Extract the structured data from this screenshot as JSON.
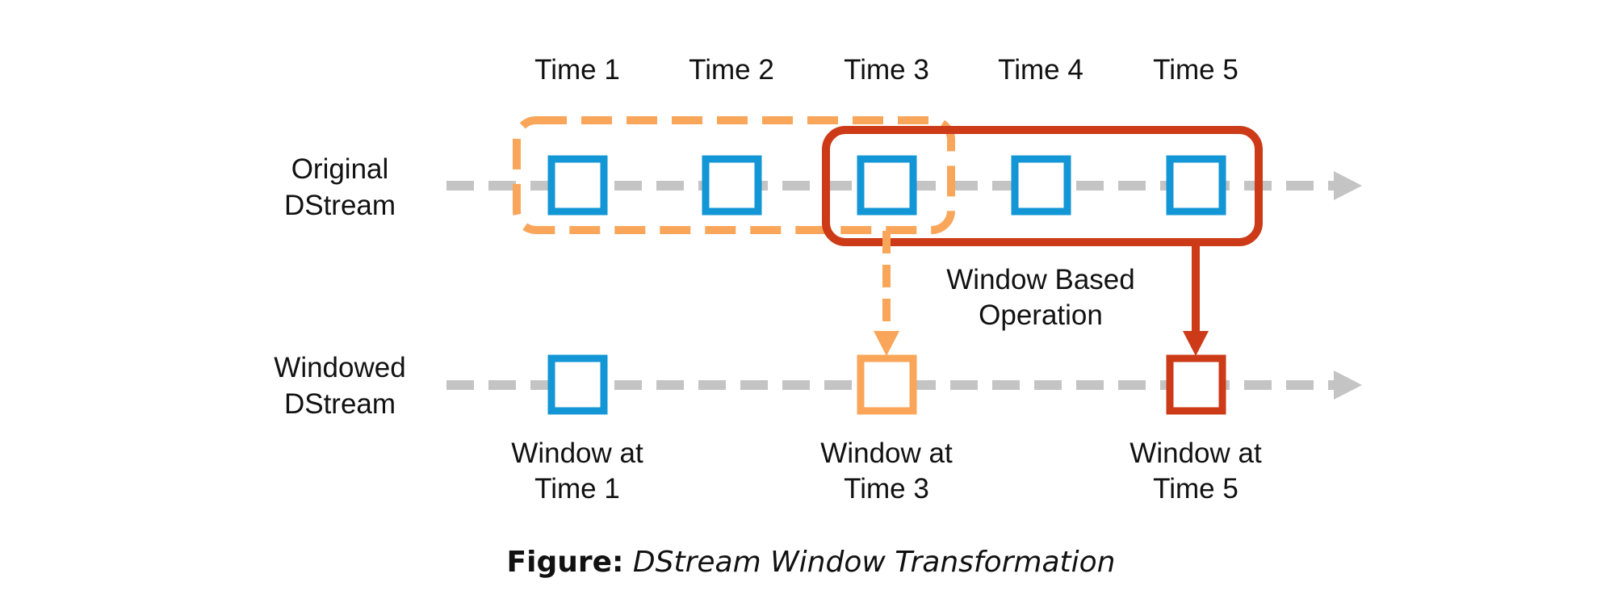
{
  "time_labels": [
    "Time 1",
    "Time 2",
    "Time 3",
    "Time 4",
    "Time 5"
  ],
  "rows": {
    "original": {
      "line1": "Original",
      "line2": "DStream"
    },
    "windowed": {
      "line1": "Windowed",
      "line2": "DStream"
    }
  },
  "operation_label": {
    "line1": "Window Based",
    "line2": "Operation"
  },
  "window_labels": [
    {
      "line1": "Window at",
      "line2": "Time 1"
    },
    {
      "line1": "Window at",
      "line2": "Time 3"
    },
    {
      "line1": "Window at",
      "line2": "Time 5"
    }
  ],
  "caption": {
    "prefix": "Figure:",
    "text": "DStream Window Transformation"
  },
  "colors": {
    "blue": "#1296d5",
    "orange": "#f9a65a",
    "red": "#cc3a17",
    "gray": "#c4c4c4"
  }
}
